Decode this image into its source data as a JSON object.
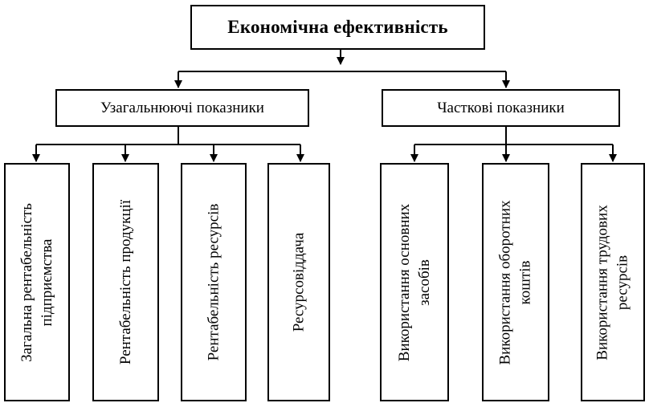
{
  "diagram": {
    "root": {
      "label": "Економічна ефективність"
    },
    "categories": [
      {
        "label": "Узагальнюючі показники",
        "items": [
          {
            "lines": [
              "Загальна рентабельність",
              "підприємства"
            ]
          },
          {
            "lines": [
              "Рентабельність продукції"
            ]
          },
          {
            "lines": [
              "Рентабельність ресурсів"
            ]
          },
          {
            "lines": [
              "Ресурсовіддача"
            ]
          }
        ]
      },
      {
        "label": "Часткові показники",
        "items": [
          {
            "lines": [
              "Використання основних",
              "засобів"
            ]
          },
          {
            "lines": [
              "Використання оборотних",
              "коштів"
            ]
          },
          {
            "lines": [
              "Використання трудових",
              "ресурсів"
            ]
          }
        ]
      }
    ],
    "colors": {
      "line": "#000000",
      "box_border": "#000000",
      "background": "#ffffff"
    }
  }
}
